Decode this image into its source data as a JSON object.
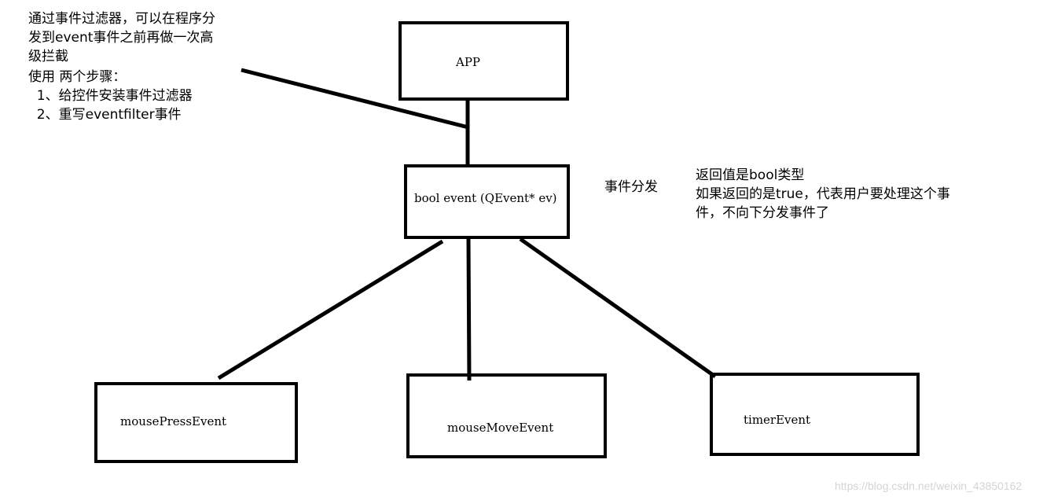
{
  "note_top_left": {
    "lines": [
      "通过事件过滤器，可以在程序分",
      "发到event事件之前再做一次高",
      "级拦截",
      "使用 两个步骤：",
      "  1、给控件安装事件过滤器",
      "  2、重写eventfilter事件"
    ]
  },
  "nodes": {
    "app": "APP",
    "event": "bool event (QEvent* ev)",
    "mouse_press": "mousePressEvent",
    "mouse_move": "mouseMoveEvent",
    "timer": "timerEvent"
  },
  "label_dispatch": "事件分发",
  "note_return": {
    "lines": [
      "返回值是bool类型",
      "如果返回的是true，代表用户要处理这个事",
      "件，不向下分发事件了"
    ]
  },
  "watermark": "https://blog.csdn.net/weixin_43850162"
}
